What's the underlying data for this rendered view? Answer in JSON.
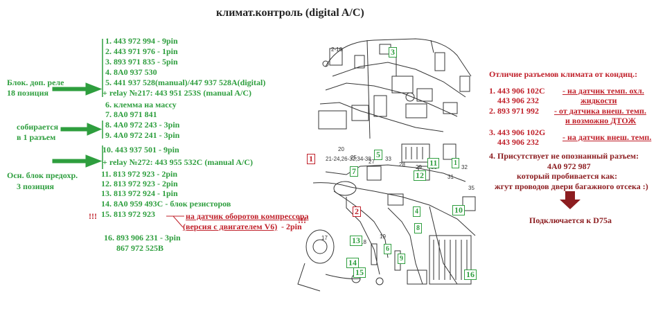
{
  "title": "климат.контроль (digital A/C)",
  "left_labels": {
    "relay_block_1": "Блок. доп. реле",
    "relay_block_2": "18 позиция",
    "assembled_1": "собирается",
    "assembled_2": "в 1 разъем",
    "fuse_block_1": "Осн. блок предохр.",
    "fuse_block_2": "3 позиция"
  },
  "parts_list": [
    "1.  443 972 994 - 9pin",
    "2.  443 971 976 - 1pin",
    "3.  893 971 835 - 5pin",
    "4.  8A0 937 530",
    "5.  441 937 528(manual)/447 937 528A(digital)",
    "+ relay №217: 443 951 253S (manual A/C)",
    "6.  клемма на массу",
    "7.  8A0 971 841",
    "8.  4A0 972 243 - 3pin",
    "9.  4A0 972 241 - 3pin",
    "10. 443 937 501 - 9pin",
    "+ relay №272: 443 955 532C (manual A/C)",
    "11.  813 972 923 - 2pin",
    "12.  813 972 923 - 2pin",
    "13.  813 972 924 - 1pin",
    "14.  8A0 959 493C - блок резисторов",
    "15.  813 972 923"
  ],
  "item15": {
    "marks_left": "!!!",
    "sensor": "на датчик оборотов компрессора",
    "variant": "(версия с двигателем V6)",
    "pins": "- 2pin",
    "marks_right": "!!!"
  },
  "item16": {
    "line1": "16.  893 906 231  - 3pin",
    "line2": "867 972 525B"
  },
  "right_panel": {
    "heading": "Отличие разъемов  климата от кондиц.:",
    "i1_a": "1.  443 906 102C",
    "i1_desc": "- на датчик темп. охл.",
    "i1_b": "443 906 232",
    "i1_desc2": "жидкости",
    "i2_a": "2.  893 971 992",
    "i2_desc": "- от датчика внеш. темп.",
    "i2_desc2": "и возможно ДТОЖ",
    "i3_a": "3.  443 906 102G",
    "i3_desc": "- на датчик внеш. темп.",
    "i3_b": "443 906 232",
    "i4_line1": "4.  Присутствует не опознанный разъем:",
    "i4_line2": "4A0 972 987",
    "i4_line3": "который пробивается как:",
    "i4_line4": "жгут проводов двери багажного отсека :)",
    "connects": "Подключается к D75a"
  },
  "diagram_callouts": {
    "green": [
      "3",
      "5",
      "7",
      "11",
      "12",
      "10",
      "13",
      "14",
      "15",
      "16",
      "1",
      "4",
      "8",
      "9",
      "6"
    ],
    "red": [
      "1",
      "2"
    ]
  },
  "diagram_numbers": [
    "2-16",
    "20",
    "21-24,26-32,34-38",
    "33",
    "17",
    "18",
    "19",
    "25",
    "27",
    "28",
    "29",
    "30",
    "31",
    "32",
    "35"
  ],
  "colors": {
    "green": "#2e9e3e",
    "red": "#c0202a",
    "dark_red": "#8c1d20",
    "diagram": "#333333"
  }
}
